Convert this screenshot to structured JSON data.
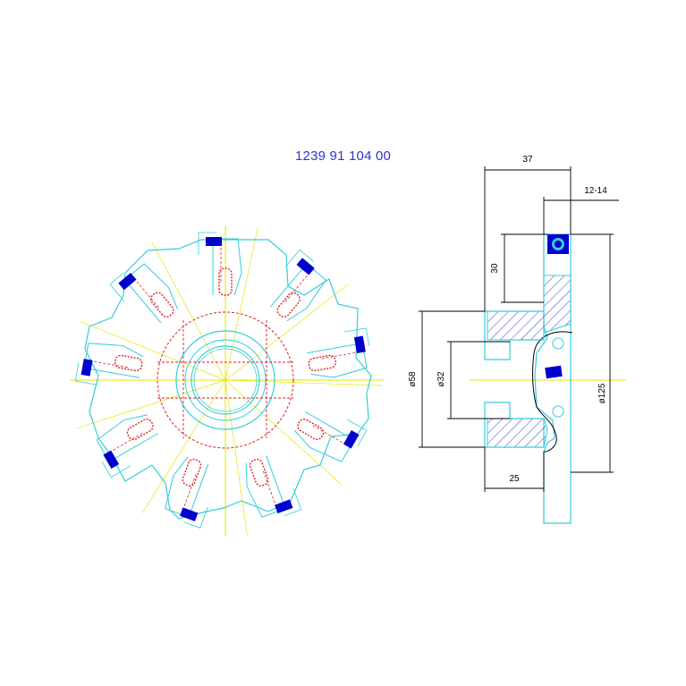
{
  "title": {
    "part_number": "1239 91 104 00"
  },
  "dimensions": {
    "width_37": "37",
    "insert_12_14": "12-14",
    "depth_30": "30",
    "hub_dia_58": "ø58",
    "bore_dia_32": "ø32",
    "cutter_dia_125": "ø125",
    "hub_width_25": "25"
  },
  "colors": {
    "outline": "#33ccdd",
    "centerline": "#e6e600",
    "hidden": "#dd2222",
    "insert": "#0000cc",
    "hatch": "#3344cc",
    "dimension": "#000000"
  }
}
